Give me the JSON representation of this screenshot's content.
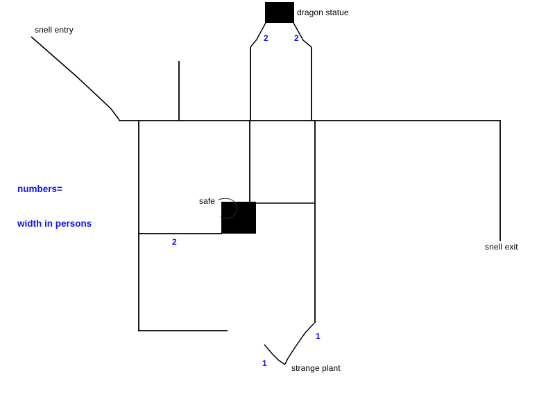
{
  "diagram": {
    "type": "hand-drawn floor plan map",
    "background_color": "#ffffff",
    "line_color": "#000000",
    "annotation_color": "#1512f0",
    "legend": {
      "line1": "numbers=",
      "line2": "width in persons"
    },
    "labels": {
      "snell_entry": "snell entry",
      "snell_exit": "snell exit",
      "dragon_statue": "dragon statue",
      "safe": "safe",
      "strange_plant": "strange plant"
    },
    "width_annotations": [
      {
        "id": "dragon-left",
        "value": "2"
      },
      {
        "id": "dragon-right",
        "value": "2"
      },
      {
        "id": "safe-corridor",
        "value": "2"
      },
      {
        "id": "plant-upper",
        "value": "1"
      },
      {
        "id": "plant-lower",
        "value": "1"
      }
    ],
    "landmarks": [
      {
        "name": "dragon statue",
        "shape": "filled black rectangle"
      },
      {
        "name": "safe",
        "shape": "filled black rectangle"
      },
      {
        "name": "strange plant",
        "shape": "bent line vertex"
      }
    ]
  }
}
